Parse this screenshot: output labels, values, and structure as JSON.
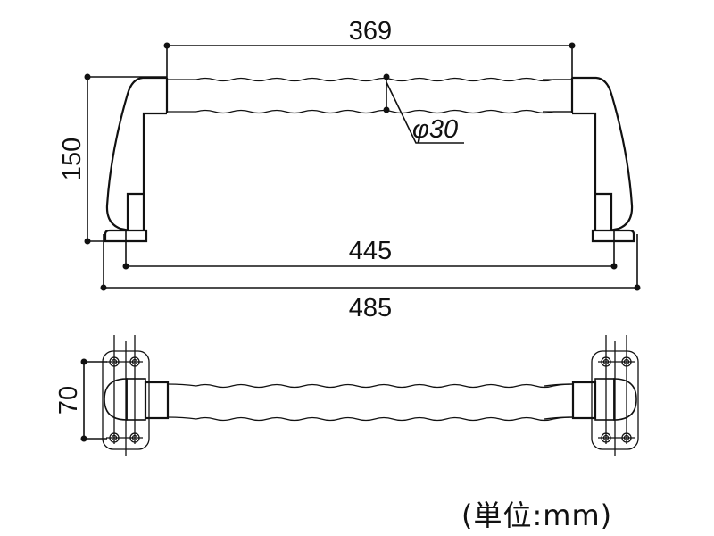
{
  "drawing": {
    "dimensions": {
      "grip_length": "369",
      "height": "150",
      "diameter": "φ30",
      "inner_width": "445",
      "overall_width": "485",
      "plate_pitch": "70"
    },
    "unit_label": "(単位:mm)"
  }
}
